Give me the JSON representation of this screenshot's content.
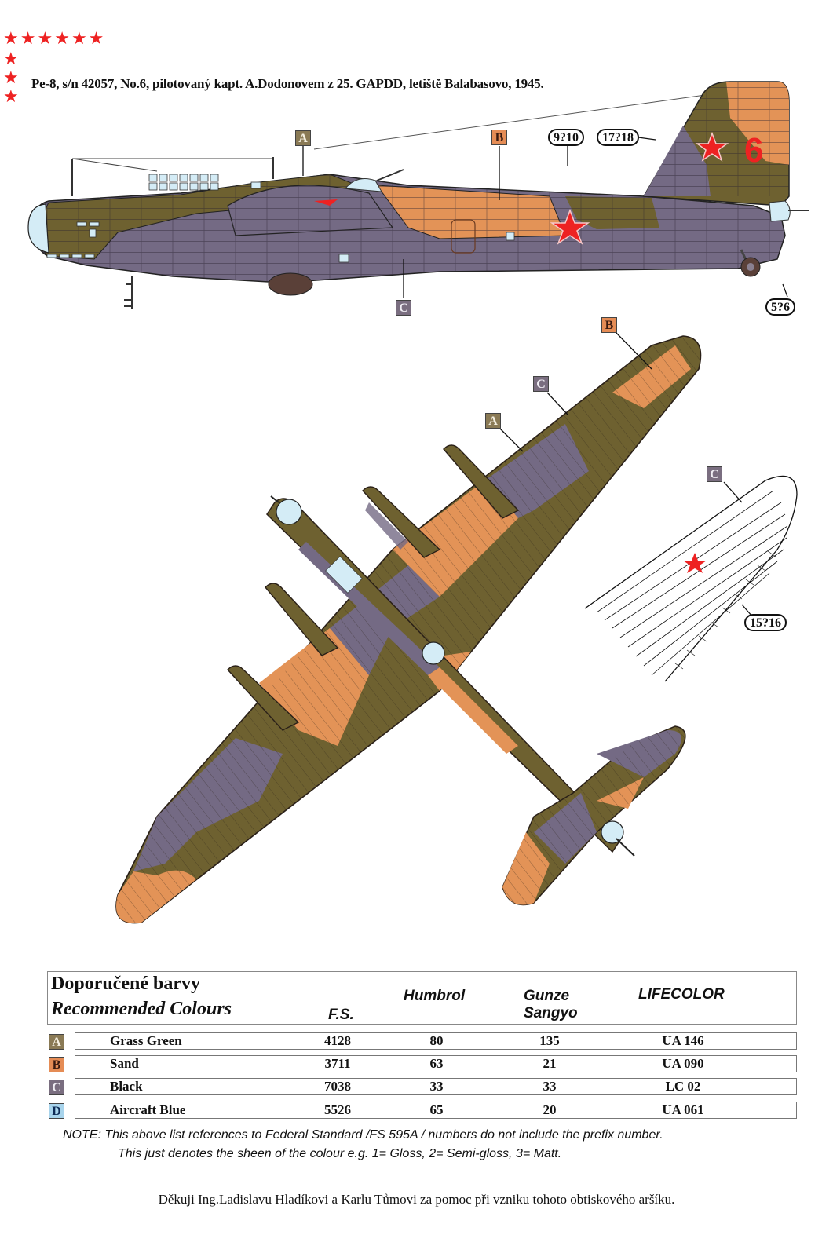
{
  "header": {
    "star_glyph": "★",
    "star_count_row": 6,
    "star_count_col": 3,
    "title": "Pe-8, s/n 42057, No.6, pilotovaný kapt. A.Dodonovem z  25. GAPDD, letiště Balabasovo, 1945."
  },
  "side_view": {
    "callouts": [
      {
        "letter": "A",
        "color": "#8a7a55"
      },
      {
        "letter": "B",
        "color": "#e58c55"
      },
      {
        "letter": "C",
        "color": "#7a6e80"
      }
    ],
    "decal_refs": [
      "9?10",
      "17?18",
      "5?6"
    ],
    "tail_number": "6",
    "tail_number_color": "#ee2222"
  },
  "plan_view": {
    "callouts": [
      {
        "letter": "B",
        "color": "#e58c55"
      },
      {
        "letter": "C",
        "color": "#7a6e80"
      },
      {
        "letter": "A",
        "color": "#8a7a55"
      }
    ]
  },
  "wing_detail": {
    "callout": {
      "letter": "C",
      "color": "#7a6e80"
    },
    "decal_ref": "15?16"
  },
  "camouflage_colors": {
    "grass_green": "#6e6130",
    "sand": "#e39357",
    "black_grey": "#746a84",
    "aircraft_blue": "#d4ecf6",
    "insignia_red": "#ee2222"
  },
  "colour_table": {
    "title_cz": "Doporučené barvy",
    "title_en": "Recommended  Colours",
    "columns": {
      "fs": "F.S.",
      "humbrol": "Humbrol",
      "gunze": "Gunze\nSangyo",
      "gunze_line1": "Gunze",
      "gunze_line2": "Sangyo",
      "lifecolor": "LIFECOLOR"
    },
    "rows": [
      {
        "letter": "A",
        "name": "Grass  Green",
        "fs": "4128",
        "humbrol": "80",
        "gunze": "135",
        "lifecolor": "UA 146"
      },
      {
        "letter": "B",
        "name": "Sand",
        "fs": "3711",
        "humbrol": "63",
        "gunze": "21",
        "lifecolor": "UA 090"
      },
      {
        "letter": "C",
        "name": "Black",
        "fs": "7038",
        "humbrol": "33",
        "gunze": "33",
        "lifecolor": "LC 02"
      },
      {
        "letter": "D",
        "name": "Aircraft Blue",
        "fs": "5526",
        "humbrol": "65",
        "gunze": "20",
        "lifecolor": "UA 061"
      }
    ]
  },
  "note": {
    "line1": "NOTE:  This above list  references to Federal Standard /FS 595A / numbers do not include the prefix number.",
    "line2": "This just denotes the sheen of the colour e.g.    1=  Gloss,  2= Semi-gloss,  3= Matt."
  },
  "footer": {
    "thanks": "Děkuji Ing.Ladislavu Hladíkovi a Karlu Tůmovi za pomoc při vzniku tohoto obtiskového aršíku."
  }
}
